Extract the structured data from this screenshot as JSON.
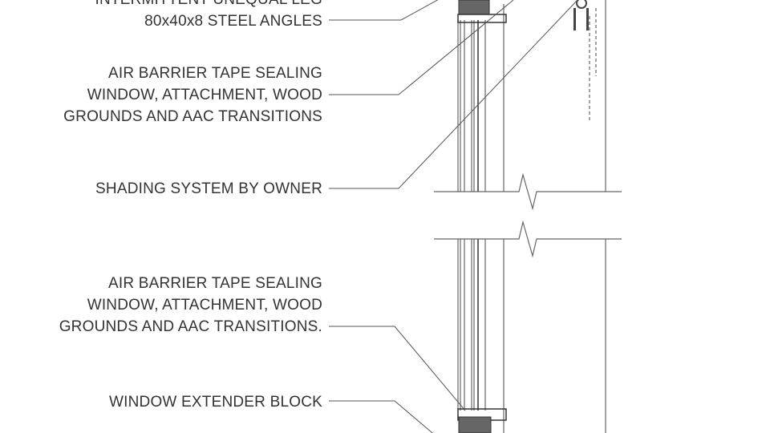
{
  "labels": {
    "steel_angles": [
      "INTERMITTENT UNEQUAL LEG",
      "80x40x8 STEEL ANGLES"
    ],
    "air_barrier_top": [
      "AIR BARRIER TAPE SEALING",
      "WINDOW, ATTACHMENT, WOOD",
      "GROUNDS AND AAC TRANSITIONS"
    ],
    "shading": [
      "SHADING SYSTEM BY OWNER"
    ],
    "air_barrier_bottom": [
      "AIR BARRIER TAPE SEALING",
      "WINDOW, ATTACHMENT, WOOD",
      "GROUNDS AND AAC TRANSITIONS."
    ],
    "extender": [
      "WINDOW EXTENDER BLOCK"
    ]
  },
  "colors": {
    "line": "#555555",
    "text": "#333333"
  }
}
